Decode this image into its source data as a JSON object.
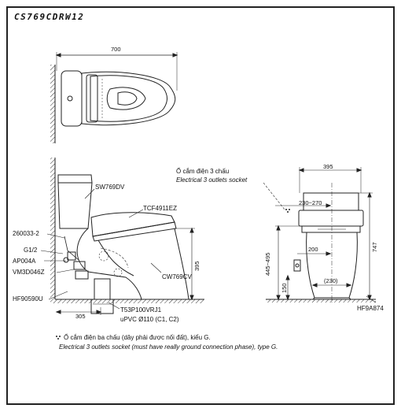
{
  "title": "CS769CDRW12",
  "top_view": {
    "width_dim": "700"
  },
  "side_view": {
    "labels": {
      "tank": "SW769DV",
      "seat": "TCF4911EZ",
      "bowl": "CW769CV",
      "part_260033": "260033-2",
      "g12": "G1/2",
      "ap004a": "AP004A",
      "vm3d046z": "VM3D046Z",
      "hf90590u": "HF90590U",
      "t53": "T53P100VRJ1",
      "upvc": "uPVC Ø110 (C1, C2)"
    },
    "dims": {
      "height": "395",
      "rough_in": "305"
    }
  },
  "front_view": {
    "socket_vi": "Ổ cắm điện 3 chấu",
    "socket_en": "Electrical 3 outlets socket",
    "dims": {
      "width": "395",
      "range": "230~270",
      "total_height": "747",
      "side_range": "445~495",
      "d200": "200",
      "d150": "150",
      "d230": "(230)"
    },
    "part_code": "HF9A874"
  },
  "footnote": {
    "vi": "Ổ cắm điện ba chấu (dây phải được nối đất), kiểu G.",
    "en": "Electrical 3 outlets socket (must have really ground connection phase), type G."
  }
}
